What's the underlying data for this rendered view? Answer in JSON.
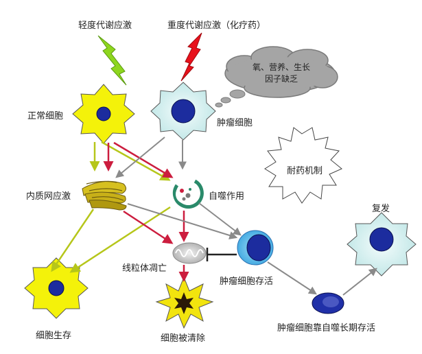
{
  "labels": {
    "mild_stress": "轻度代谢应激",
    "severe_stress": "重度代谢应激（化疗药）",
    "cloud_line1": "氧、营养、生长",
    "cloud_line2": "因子缺乏",
    "normal_cell": "正常细胞",
    "tumor_cell": "肿瘤细胞",
    "drug_resistance": "耐药机制",
    "er_stress": "内质网应激",
    "autophagy": "自噬作用",
    "relapse": "复发",
    "mito_apoptosis": "线粒体凋亡",
    "tumor_survival": "肿瘤细胞存活",
    "cell_survival": "细胞生存",
    "cell_cleared": "细胞被清除",
    "long_term_survival": "肿瘤细胞靠自噬长期存活"
  },
  "colors": {
    "yellow_cell": "#f4f20a",
    "cyan_cell": "#cdeeee",
    "nucleus_blue": "#1c2c9e",
    "green_arrow": "#b6c61a",
    "red_arrow": "#cc1d3e",
    "gray_arrow": "#8a8a8a",
    "green_bolt": "#8ed61e",
    "red_bolt": "#e8111b",
    "cloud_gray": "#a5a5a5"
  }
}
